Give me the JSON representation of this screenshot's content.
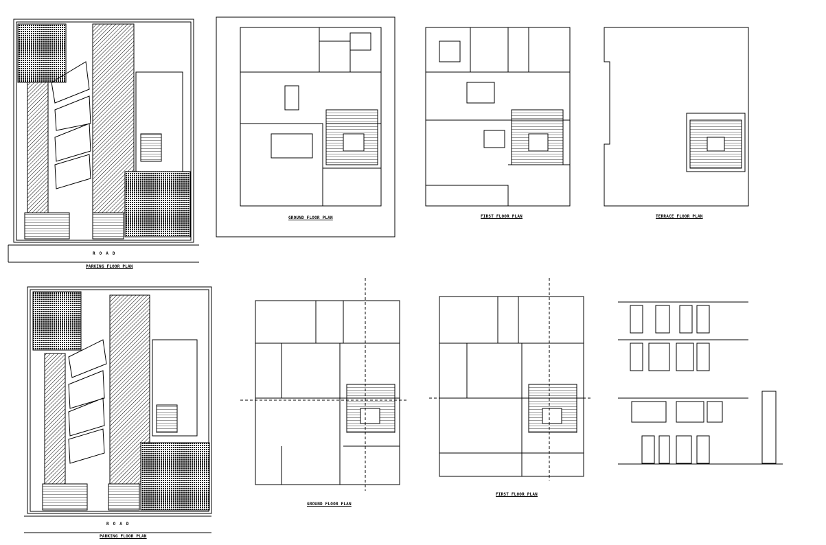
{
  "drawings": {
    "parking_top": {
      "title": "PARKING FLOOR PLAN",
      "road": "ROAD"
    },
    "ground_top": {
      "title": "GROUND FLOOR PLAN"
    },
    "first_top": {
      "title": "FIRST FLOOR PLAN"
    },
    "terrace_top": {
      "title": "TERRACE FLOOR PLAN"
    },
    "parking_bottom": {
      "title": "PARKING FLOOR PLAN",
      "road": "ROAD"
    },
    "ground_bottom": {
      "title": "GROUND FLOOR PLAN"
    },
    "first_bottom": {
      "title": "FIRST FLOOR PLAN"
    }
  },
  "colors": {
    "line": "#000000",
    "background": "#ffffff"
  }
}
